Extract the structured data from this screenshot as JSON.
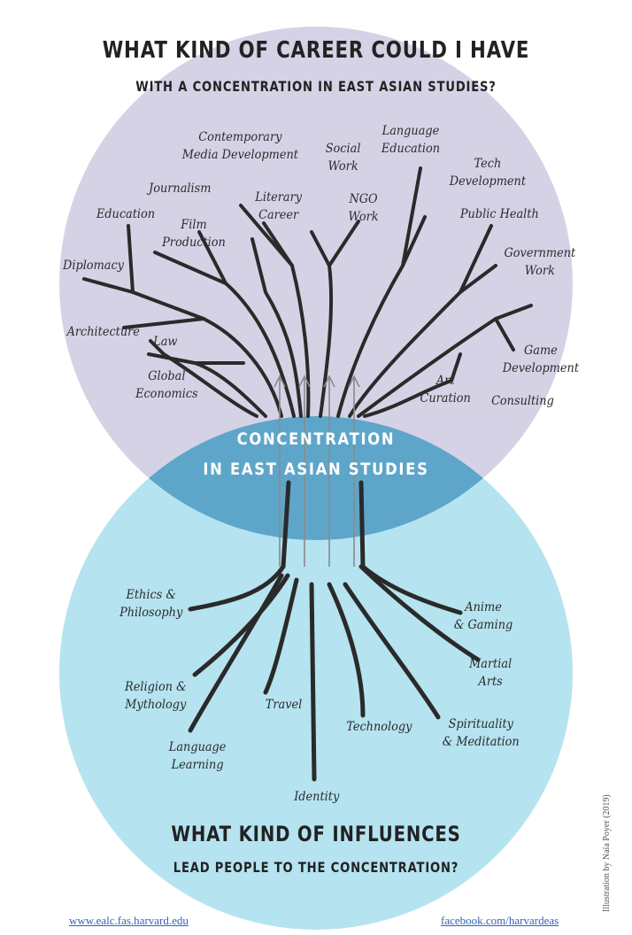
{
  "top_question": {
    "line1": "WHAT KIND OF CAREER COULD I HAVE",
    "line2": "WITH A CONCENTRATION IN EAST ASIAN STUDIES?"
  },
  "center": {
    "line1": "CONCENTRATION",
    "line2": "IN EAST ASIAN STUDIES"
  },
  "bottom_question": {
    "line1": "WHAT KIND OF INFLUENCES",
    "line2": "LEAD PEOPLE TO THE CONCENTRATION?"
  },
  "careers": [
    "Contemporary\nMedia Development",
    "Social\nWork",
    "Language\nEducation",
    "Tech\nDevelopment",
    "Journalism",
    "Literary\nCareer",
    "NGO\nWork",
    "Public Health",
    "Education",
    "Film\nProduction",
    "Government\nWork",
    "Diplomacy",
    "Architecture",
    "Law",
    "Game\nDevelopment",
    "Global\nEconomics",
    "Art\nCuration",
    "Consulting"
  ],
  "influences": [
    "Ethics &\nPhilosophy",
    "Anime\n& Gaming",
    "Martial\nArts",
    "Religion &\nMythology",
    "Travel",
    "Technology",
    "Spirituality\n& Meditation",
    "Language\nLearning",
    "Identity"
  ],
  "footer": {
    "left": "www.ealc.fas.harvard.edu",
    "right": "facebook.com/harvardeas",
    "credit": "Illustration by Naïa Poyer (2019)"
  },
  "colors": {
    "top_circle": "#d6d2e6",
    "bottom_circle": "#b5e3f0",
    "overlap": "#5ea6c9",
    "branch": "#2a2a2a",
    "arrow": "#8a8a8a",
    "heading": "#222222",
    "link": "#2f64b8"
  }
}
